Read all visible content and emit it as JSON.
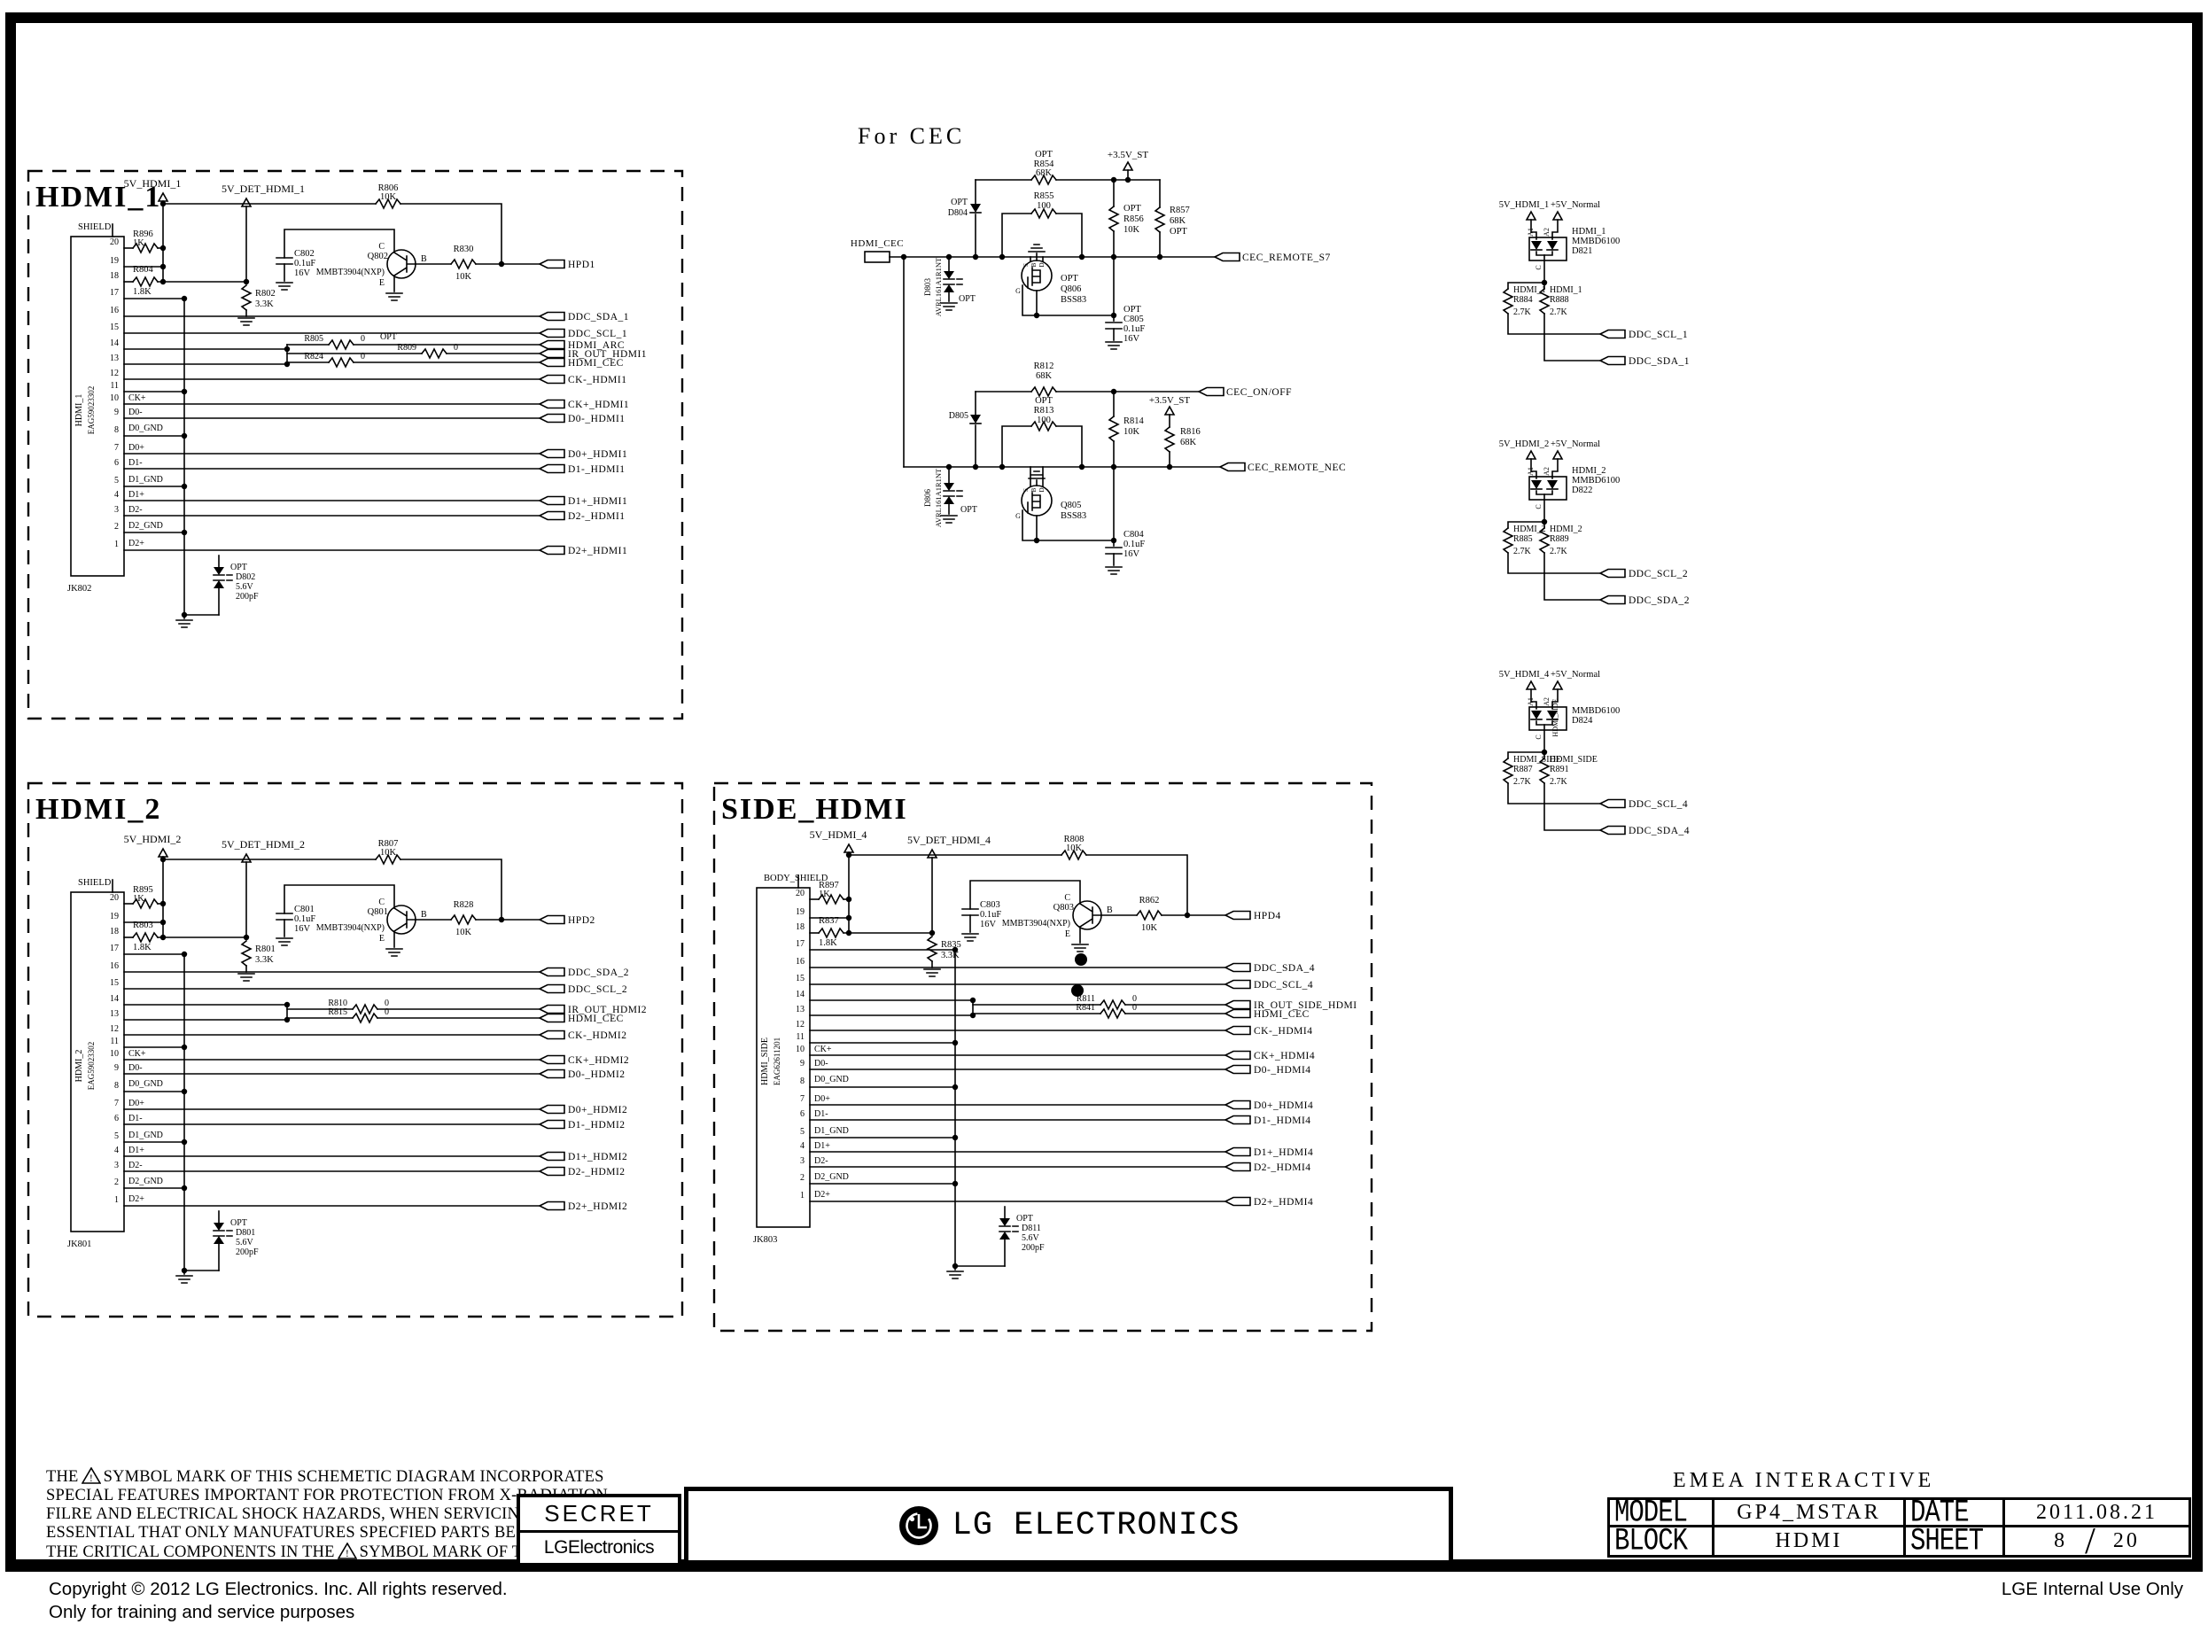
{
  "page": {
    "footer": {
      "warning": {
        "l1a": "THE",
        "l1b": "SYMBOL MARK OF THIS SCHEMETIC DIAGRAM INCORPORATES",
        "l2": "SPECIAL FEATURES IMPORTANT FOR PROTECTION FROM X-RADIATION.",
        "l3": "FILRE AND ELECTRICAL SHOCK HAZARDS, WHEN SERVICING IF IS",
        "l4": "ESSENTIAL THAT ONLY MANUFATURES SPECFIED PARTS BE USED FOR",
        "l5a": "THE CRITICAL COMPONENTS IN THE",
        "l5b": "SYMBOL MARK OF THE SCHEMETIC.",
        "bang": "!"
      },
      "secret": "SECRET",
      "lge": "LGElectronics",
      "company": "LG ELECTRONICS",
      "emea": "EMEA INTERACTIVE",
      "model_label": "MODEL",
      "model_value": "GP4_MSTAR",
      "date_label": "DATE",
      "date_value": "2011.08.21",
      "block_label": "BLOCK",
      "block_value": "HDMI",
      "sheet_label": "SHEET",
      "sheet_num": "8",
      "sheet_total": "20",
      "copyright1": "Copyright © 2012 LG Electronics. Inc. All rights reserved.",
      "copyright2": "Only for training and service purposes",
      "internal": "LGE Internal Use Only"
    }
  },
  "cec": {
    "title": "For CEC",
    "mos": [
      "S",
      "B",
      "D",
      "G"
    ],
    "top": {
      "in": "HDMI_CEC",
      "out": "CEC_REMOTE_S7",
      "pwr": "+3.5V_ST",
      "r854": [
        "OPT",
        "R854",
        "68K"
      ],
      "r855": [
        "R855",
        "100"
      ],
      "d804": [
        "OPT",
        "D804"
      ],
      "r856": [
        "OPT",
        "R856",
        "10K"
      ],
      "r857": [
        "R857",
        "68K",
        "OPT"
      ],
      "d803": [
        "D803",
        "AVRL161A1R1NT",
        "OPT"
      ],
      "q806": [
        "OPT",
        "Q806",
        "BSS83"
      ],
      "c805": [
        "OPT",
        "C805",
        "0.1uF",
        "16V"
      ]
    },
    "bottom": {
      "out1": "CEC_ON/OFF",
      "out2": "CEC_REMOTE_NEC",
      "pwr": "+3.5V_ST",
      "r812": [
        "R812",
        "68K"
      ],
      "r813": [
        "OPT",
        "R813",
        "100"
      ],
      "d805": [
        "D805"
      ],
      "r814": [
        "R814",
        "10K"
      ],
      "r816": [
        "R816",
        "68K"
      ],
      "d806": [
        "D806",
        "AVRL161A1R1NT",
        "OPT"
      ],
      "q805": [
        "Q805",
        "BSS83"
      ],
      "c804": [
        "C804",
        "0.1uF",
        "16V"
      ]
    }
  },
  "blocks": [
    {
      "id": "hdmi1",
      "title": "HDMI_1",
      "pwr": "5V_HDMI_1",
      "det": "5V_DET_HDMI_1",
      "shield": "SHIELD",
      "r_top": [
        "R806",
        "10K"
      ],
      "r1": [
        "R896",
        "1K"
      ],
      "r2": [
        "R804",
        "1.8K"
      ],
      "r3": [
        "R802",
        "3.3K"
      ],
      "cap": [
        "C802",
        "0.1uF",
        "16V"
      ],
      "q": [
        "Q802",
        "MMBT3904(NXP)"
      ],
      "qp": [
        "C",
        "B",
        "E"
      ],
      "r_base": [
        "R830",
        "10K"
      ],
      "hpd": "HPD1",
      "conn": {
        "name": "HDMI_1",
        "part": "EAG59023302",
        "refdes": "JK802"
      },
      "pins": [
        "20",
        "19",
        "18",
        "17",
        "16",
        "15",
        "14",
        "13",
        "12",
        "11",
        "10",
        "9",
        "8",
        "7",
        "6",
        "5",
        "4",
        "3",
        "2",
        "1"
      ],
      "pin_names": [
        "CK+",
        "D0-",
        "D0_GND",
        "D0+",
        "D1-",
        "D1_GND",
        "D1+",
        "D2-",
        "D2_GND",
        "D2+"
      ],
      "series": [
        [
          "R805",
          "0",
          "OPT"
        ],
        [
          "R809",
          "0"
        ],
        [
          "R824",
          "0"
        ]
      ],
      "nets": [
        "DDC_SDA_1",
        "DDC_SCL_1",
        "HDMI_ARC",
        "IR_OUT_HDMI1",
        "HDMI_CEC",
        "CK-_HDMI1",
        "CK+_HDMI1",
        "D0-_HDMI1",
        "D0+_HDMI1",
        "D1-_HDMI1",
        "D1+_HDMI1",
        "D2-_HDMI1",
        "D2+_HDMI1"
      ],
      "tvs": [
        "OPT",
        "D802",
        "5.6V",
        "200pF"
      ]
    },
    {
      "id": "hdmi2",
      "title": "HDMI_2",
      "pwr": "5V_HDMI_2",
      "det": "5V_DET_HDMI_2",
      "shield": "SHIELD",
      "r_top": [
        "R807",
        "10K"
      ],
      "r1": [
        "R895",
        "1K"
      ],
      "r2": [
        "R803",
        "1.8K"
      ],
      "r3": [
        "R801",
        "3.3K"
      ],
      "cap": [
        "C801",
        "0.1uF",
        "16V"
      ],
      "q": [
        "Q801",
        "MMBT3904(NXP)"
      ],
      "qp": [
        "C",
        "B",
        "E"
      ],
      "r_base": [
        "R828",
        "10K"
      ],
      "hpd": "HPD2",
      "conn": {
        "name": "HDMI_2",
        "part": "EAG59023302",
        "refdes": "JK801"
      },
      "pins": [
        "20",
        "19",
        "18",
        "17",
        "16",
        "15",
        "14",
        "13",
        "12",
        "11",
        "10",
        "9",
        "8",
        "7",
        "6",
        "5",
        "4",
        "3",
        "2",
        "1"
      ],
      "pin_names": [
        "CK+",
        "D0-",
        "D0_GND",
        "D0+",
        "D1-",
        "D1_GND",
        "D1+",
        "D2-",
        "D2_GND",
        "D2+"
      ],
      "series": [
        [
          "R810",
          "0"
        ],
        [
          "R815",
          "0"
        ]
      ],
      "nets": [
        "DDC_SDA_2",
        "DDC_SCL_2",
        "IR_OUT_HDMI2",
        "HDMI_CEC",
        "CK-_HDMI2",
        "CK+_HDMI2",
        "D0-_HDMI2",
        "D0+_HDMI2",
        "D1-_HDMI2",
        "D1+_HDMI2",
        "D2-_HDMI2",
        "D2+_HDMI2"
      ],
      "tvs": [
        "OPT",
        "D801",
        "5.6V",
        "200pF"
      ]
    },
    {
      "id": "side",
      "title": "SIDE_HDMI",
      "pwr": "5V_HDMI_4",
      "det": "5V_DET_HDMI_4",
      "shield": "BODY_SHIELD",
      "r_top": [
        "R808",
        "10K"
      ],
      "r1": [
        "R897",
        "1K"
      ],
      "r2": [
        "R837",
        "1.8K"
      ],
      "r3": [
        "R835",
        "3.3K"
      ],
      "cap": [
        "C803",
        "0.1uF",
        "16V"
      ],
      "q": [
        "Q803",
        "MMBT3904(NXP)"
      ],
      "qp": [
        "C",
        "B",
        "E"
      ],
      "r_base": [
        "R862",
        "10K"
      ],
      "hpd": "HPD4",
      "conn": {
        "name": "HDMI_SIDE",
        "part": "EAG62611201",
        "refdes": "JK803"
      },
      "pins": [
        "20",
        "19",
        "18",
        "17",
        "16",
        "15",
        "14",
        "13",
        "12",
        "11",
        "10",
        "9",
        "8",
        "7",
        "6",
        "5",
        "4",
        "3",
        "2",
        "1"
      ],
      "pin_names": [
        "CK+",
        "D0-",
        "D0_GND",
        "D0+",
        "D1-",
        "D1_GND",
        "D1+",
        "D2-",
        "D2_GND",
        "D2+"
      ],
      "series": [
        [
          "R811",
          "0"
        ],
        [
          "R841",
          "0"
        ]
      ],
      "nets": [
        "DDC_SDA_4",
        "DDC_SCL_4",
        "IR_OUT_SIDE_HDMI",
        "HDMI_CEC",
        "CK-_HDMI4",
        "CK+_HDMI4",
        "D0-_HDMI4",
        "D0+_HDMI4",
        "D1-_HDMI4",
        "D1+_HDMI4",
        "D2-_HDMI4",
        "D2+_HDMI4"
      ],
      "tvs": [
        "OPT",
        "D811",
        "5.6V",
        "200pF"
      ]
    }
  ],
  "clamps": [
    {
      "pwr1": "5V_HDMI_1",
      "pwr2": "+5V_Normal",
      "tag": "HDMI_1",
      "part": "MMBD6100",
      "ref": "D821",
      "pins": [
        "A1",
        "A2",
        "C"
      ],
      "rl": [
        "HDMI_1",
        "R884",
        "2.7K"
      ],
      "rr": [
        "HDMI_1",
        "R888",
        "2.7K"
      ],
      "scl": "DDC_SCL_1",
      "sda": "DDC_SDA_1"
    },
    {
      "pwr1": "5V_HDMI_2",
      "pwr2": "+5V_Normal",
      "tag": "HDMI_2",
      "part": "MMBD6100",
      "ref": "D822",
      "pins": [
        "A1",
        "A2",
        "C"
      ],
      "rl": [
        "HDMI_2",
        "R885",
        "2.7K"
      ],
      "rr": [
        "HDMI_2",
        "R889",
        "2.7K"
      ],
      "scl": "DDC_SCL_2",
      "sda": "DDC_SDA_2"
    },
    {
      "pwr1": "5V_HDMI_4",
      "pwr2": "+5V_Normal",
      "tag": "HDMI_SIDE",
      "part": "MMBD6100",
      "ref": "D824",
      "pins": [
        "A1",
        "A2",
        "C"
      ],
      "rl": [
        "HDMI_SIDE",
        "R887",
        "2.7K"
      ],
      "rr": [
        "HDMI_SIDE",
        "R891",
        "2.7K"
      ],
      "scl": "DDC_SCL_4",
      "sda": "DDC_SDA_4"
    }
  ]
}
